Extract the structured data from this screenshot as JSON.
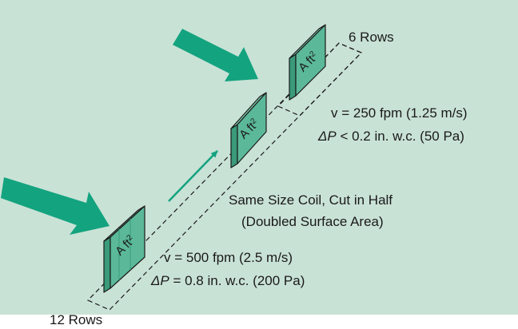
{
  "colors": {
    "background": "#c9e2d6",
    "coil_front": "#5bb99a",
    "coil_side": "#3a9a7a",
    "arrow": "#13a37f",
    "outline": "#1a1a1a"
  },
  "labels": {
    "rows_6": "6 Rows",
    "rows_12": "12 Rows",
    "velocity_250": "v = 250 fpm (1.25 m/s)",
    "dp_symbol": "ΔP",
    "dp_small": " < 0.2 in. w.c. (50 Pa)",
    "same_size_line1": "Same Size Coil, Cut in Half",
    "same_size_line2": "(Doubled Surface Area)",
    "velocity_500": "v = 500 fpm (2.5 m/s)",
    "dp_large": " = 0.8 in. w.c. (200 Pa)"
  },
  "coil_label": {
    "letter": "A",
    "unit": "ft",
    "exponent": "2"
  },
  "icons": {
    "airflow": "airflow-arrow-icon",
    "transition": "transition-arrow-icon"
  }
}
